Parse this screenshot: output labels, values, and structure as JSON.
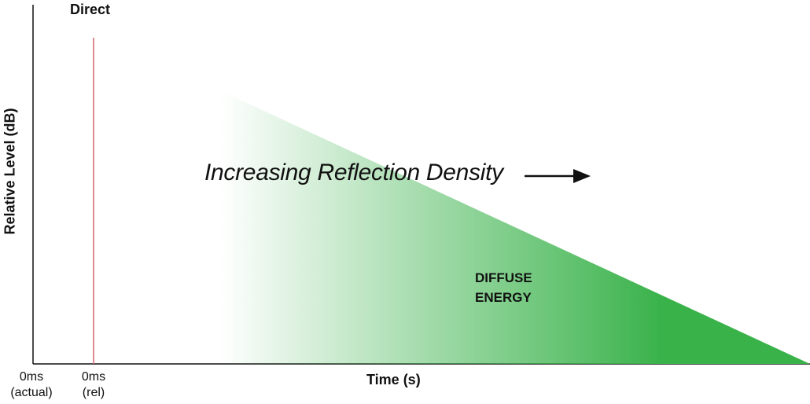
{
  "labels": {
    "direct": "Direct",
    "y_axis": "Relative Level (dB)",
    "x_axis": "Time (s)",
    "tick_actual_line1": "0ms",
    "tick_actual_line2": "(actual)",
    "tick_rel_line1": "0ms",
    "tick_rel_line2": "(rel)",
    "headline": "Increasing Reflection Density",
    "diffuse_line1": "DIFFUSE",
    "diffuse_line2": "ENERGY"
  },
  "colors": {
    "direct_line": "#d9646e",
    "diffuse_fill": "#39b24a",
    "axis": "#111111",
    "arrow": "#111111"
  }
}
